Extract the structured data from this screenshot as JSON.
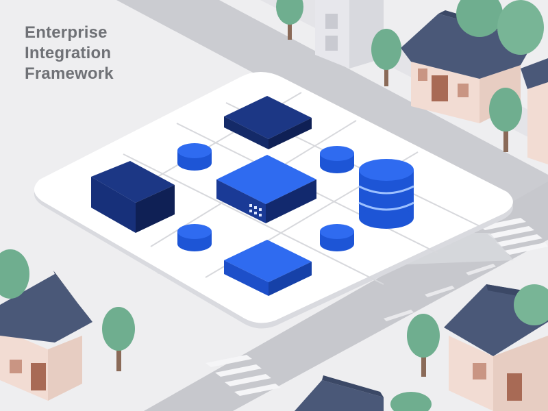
{
  "title": {
    "lines": [
      "Enterprise",
      "Integration",
      "Framework"
    ]
  },
  "colors": {
    "background": "#eeeef0",
    "road": "#c9cace",
    "platform": "#ffffff",
    "navy_block": "#17307a",
    "blue_block": "#2563eb",
    "roof": "#4a5878",
    "wall": "#f1ddd4",
    "tree": "#6fae8f"
  },
  "icons": [
    "database-icon",
    "server-icon",
    "house-icon",
    "tree-icon"
  ]
}
